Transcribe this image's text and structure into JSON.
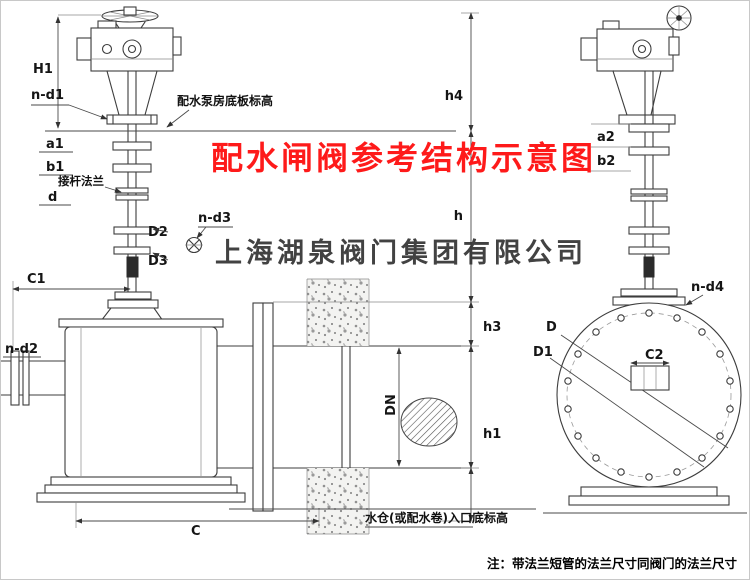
{
  "title": "配水闸阀参考结构示意图",
  "watermark": "上海湖泉阀门集团有限公司",
  "footnote": "注：带法兰短管的法兰尺寸同阀门的法兰尺寸",
  "colors": {
    "title": "#fe1a1a",
    "watermark": "#323232",
    "line": "#3d3d3d"
  },
  "annotations": {
    "pump_floor": "配水泵房底板标高",
    "rod_flange": "接杆法兰",
    "inlet_floor": "水仓(或配水卷)入口底标高"
  },
  "dims": {
    "H1": "H1",
    "n_d1": "n-d1",
    "a1": "a1",
    "b1": "b1",
    "d": "d",
    "D2": "D2",
    "D3": "D3",
    "n_d3": "n-d3",
    "C1": "C1",
    "n_d2": "n-d2",
    "C": "C",
    "DN": "DN",
    "h4": "h4",
    "h": "h",
    "h3": "h3",
    "h1": "h1",
    "a2": "a2",
    "b2": "b2",
    "n_d4": "n-d4",
    "D": "D",
    "D1": "D1",
    "C2": "C2"
  }
}
